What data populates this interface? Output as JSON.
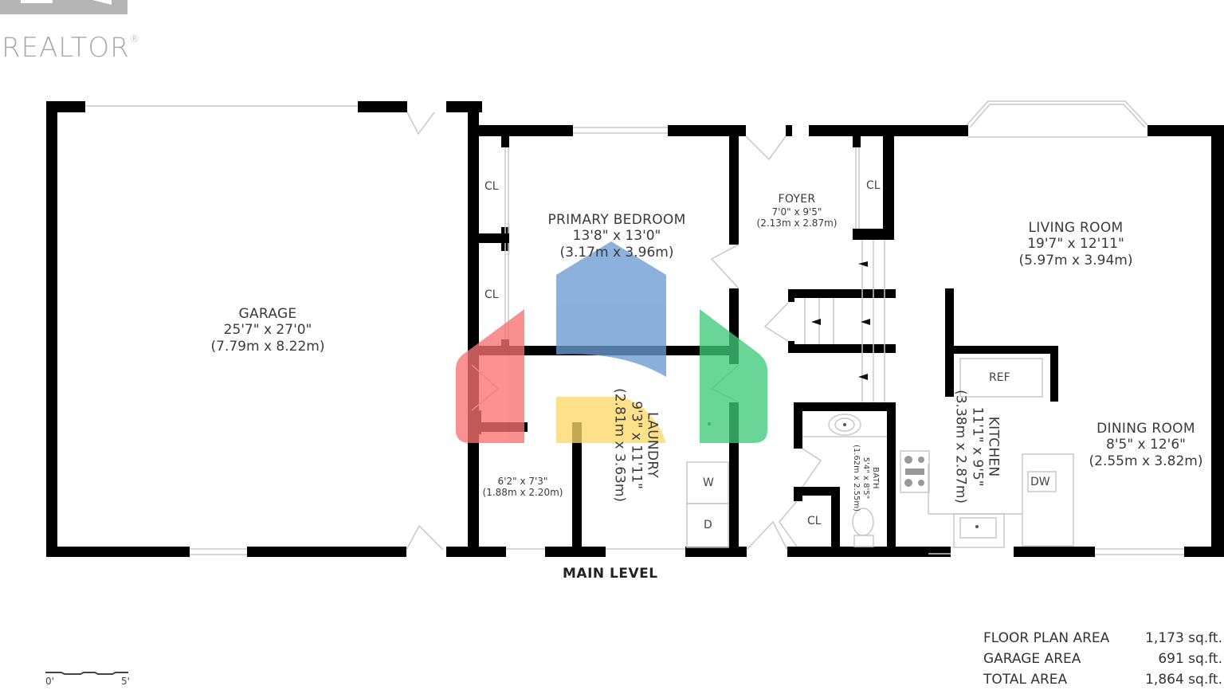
{
  "logo": {
    "text": "REALTOR",
    "mark": "®",
    "color": "#a9a9a9"
  },
  "plan": {
    "level_title": "MAIN LEVEL",
    "rooms": [
      {
        "id": "garage",
        "name": "GARAGE",
        "imperial": "25'7\" x 27'0\"",
        "metric": "(7.79m x 8.22m)"
      },
      {
        "id": "primary-bedroom",
        "name": "PRIMARY BEDROOM",
        "imperial": "13'8\" x 13'0\"",
        "metric": "(3.17m x 3.96m)"
      },
      {
        "id": "foyer",
        "name": "FOYER",
        "imperial": "7'0\" x 9'5\"",
        "metric": "(2.13m x 2.87m)"
      },
      {
        "id": "living-room",
        "name": "LIVING ROOM",
        "imperial": "19'7\" x 12'11\"",
        "metric": "(5.97m x 3.94m)"
      },
      {
        "id": "dining-room",
        "name": "DINING ROOM",
        "imperial": "8'5\" x 12'6\"",
        "metric": "(2.55m x 3.82m)"
      },
      {
        "id": "laundry",
        "name": "LAUNDRY",
        "imperial": "9'3\" x 11'11\"",
        "metric": "(2.81m x 3.63m)"
      },
      {
        "id": "kitchen",
        "name": "KITCHEN",
        "imperial": "11'1\" x 9'5\"",
        "metric": "(3.38m x 2.87m)"
      },
      {
        "id": "bath",
        "name": "BATH",
        "imperial": "5'4\" x 8'5\"",
        "metric": "(1.62m x 2.55m)"
      },
      {
        "id": "storage",
        "name": "",
        "imperial": "6'2\" x 7'3\"",
        "metric": "(1.88m x 2.20m)"
      }
    ],
    "fixtures": {
      "closet_1": "CL",
      "closet_2": "CL",
      "closet_foyer": "CL",
      "closet_bath": "CL",
      "refrigerator": "REF",
      "dishwasher": "DW",
      "washer": "W",
      "dryer": "D"
    }
  },
  "areas": [
    {
      "label": "FLOOR PLAN AREA",
      "value": "1,173 sq.ft."
    },
    {
      "label": "GARAGE AREA",
      "value": "691 sq.ft."
    },
    {
      "label": "TOTAL AREA",
      "value": "1,864 sq.ft."
    }
  ],
  "scale_bar": {
    "start": "0'",
    "end": "5'"
  },
  "watermark_colors": {
    "red": "#f87171",
    "blue": "#6b9bd2",
    "yellow": "#fcd96a",
    "green": "#3fca7a"
  }
}
